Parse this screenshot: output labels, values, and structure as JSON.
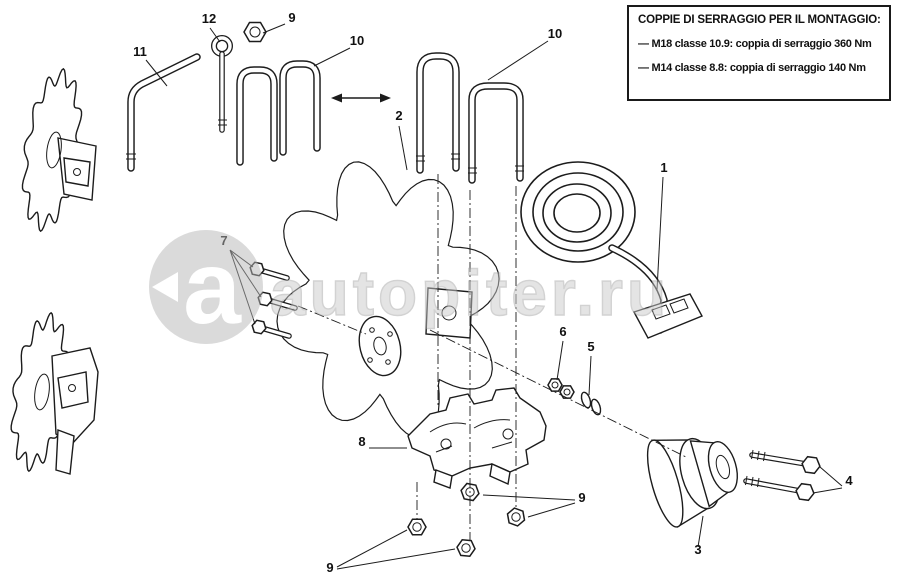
{
  "torque_box": {
    "title": "COPPIE DI SERRAGGIO PER IL MONTAGGIO:",
    "specs": [
      "— M18 classe 10.9: coppia di serraggio 360 Nm",
      "— M14 classe 8.8: coppia di serraggio 140 Nm"
    ]
  },
  "watermark": {
    "logo_letter": "a",
    "text": "autopiter.ru",
    "color": "#bdbdbd"
  },
  "callouts": {
    "item1": "1",
    "item2": "2",
    "item3": "3",
    "item4": "4",
    "item5": "5",
    "item6": "6",
    "item7": "7",
    "item8": "8",
    "item9_top": "9",
    "item9_mid": "9",
    "item9_bottom": "9",
    "item10_left": "10",
    "item10_right": "10",
    "item11": "11",
    "item12": "12"
  }
}
